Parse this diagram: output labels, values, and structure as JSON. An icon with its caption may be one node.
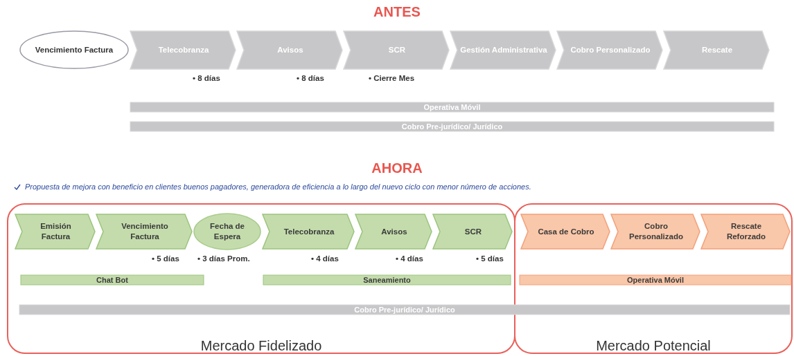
{
  "diagram": {
    "nodes": [
      {
        "text": [
          "Vencimiento Factura"
        ]
      },
      {
        "text": [
          "Telecobranza"
        ],
        "beside": [
          "• 8 días"
        ]
      },
      {
        "text": [
          "Avisos"
        ],
        "beside": [
          "• 8 días"
        ]
      },
      {
        "text": [
          "SCR"
        ],
        "beside": [
          "• Cierre Mes"
        ]
      },
      {
        "text": [
          "Gestión Administrativa"
        ]
      },
      {
        "text": [
          "Cobro Personalizado"
        ]
      },
      {
        "text": [
          "Rescate"
        ]
      },
      {
        "text": [
          "Operativa Móvil"
        ]
      },
      {
        "text": [
          "Cobro Pre-jurídico/ Jurídico"
        ]
      },
      {
        "text": [
          "Mercado Fidelizado"
        ]
      },
      {
        "text": [
          "Mercado Potencial"
        ]
      },
      {
        "text": [
          "Emisión Factura"
        ],
        "in": 9
      },
      {
        "text": [
          "Vencimiento Factura"
        ],
        "in": 9,
        "beside": [
          "• 5 días"
        ]
      },
      {
        "text": [
          "Fecha de Espera"
        ],
        "in": 9,
        "beside": [
          "• 3 días Prom."
        ]
      },
      {
        "text": [
          "Telecobranza"
        ],
        "in": 9,
        "beside": [
          "• 4 días"
        ]
      },
      {
        "text": [
          "Avisos"
        ],
        "in": 9,
        "beside": [
          "• 4 días"
        ]
      },
      {
        "text": [
          "SCR"
        ],
        "in": 9,
        "beside": [
          "• 5 días"
        ]
      },
      {
        "text": [
          "Chat Bot"
        ],
        "in": 9
      },
      {
        "text": [
          "Saneamiento"
        ],
        "in": 9
      },
      {
        "text": [
          "Casa de Cobro"
        ],
        "in": 10
      },
      {
        "text": [
          "Cobro Personalizado"
        ],
        "in": 10
      },
      {
        "text": [
          "Rescate Reforzado"
        ],
        "in": 10
      },
      {
        "text": [
          "Operativa Móvil"
        ],
        "in": 10
      },
      {
        "text": [
          "Cobro Pre-jurídico/ Jurídico"
        ]
      }
    ],
    "labels": [
      "ANTES",
      "AHORA",
      "Propuesta de mejora con beneficio en clientes buenos pagadores,  generadora de eficiencia a lo largo del nuevo ciclo con menor número de acciones."
    ]
  }
}
